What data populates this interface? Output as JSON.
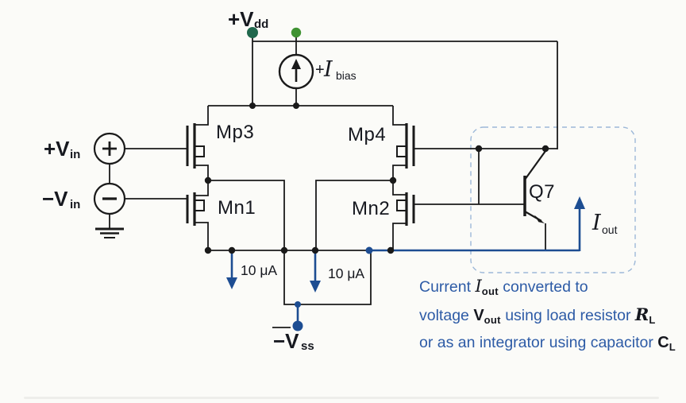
{
  "colors": {
    "wire": "#1a1a1a",
    "accent_blue": "#1d4d92",
    "text_blue": "#2d5ba6",
    "math_dark": "#16181f",
    "terminal_green_dark": "#20684d",
    "terminal_green_light": "#3f9232",
    "dashed_box": "#9db8d8"
  },
  "labels": {
    "vdd": {
      "main": "+V",
      "sub": "dd"
    },
    "ibias": {
      "plus": "+",
      "main": "I",
      "sub": "bias"
    },
    "mp3": "Mp3",
    "mp4": "Mp4",
    "mn1": "Mn1",
    "mn2": "Mn2",
    "q7": "Q7",
    "vin_plus": {
      "main": "+V",
      "sub": "in"
    },
    "vin_minus": {
      "main": "−V",
      "sub": "in"
    },
    "tail_current_left": "10 μA",
    "tail_current_right": "10 μA",
    "vss": {
      "main": "−V",
      "sub": "ss"
    },
    "iout": {
      "main": "I",
      "sub": "out"
    }
  },
  "annotation": {
    "line1": {
      "s0": "Current",
      "s1": "I",
      "s2": "out",
      "s3": " converted to"
    },
    "line2": {
      "s0": "voltage",
      "s1": "V",
      "s2": "out",
      "s3": " using load resistor",
      "s4": "R",
      "s5": "L"
    },
    "line3": {
      "s0": "or as an integrator using capacitor",
      "s1": "C",
      "s2": "L"
    }
  }
}
